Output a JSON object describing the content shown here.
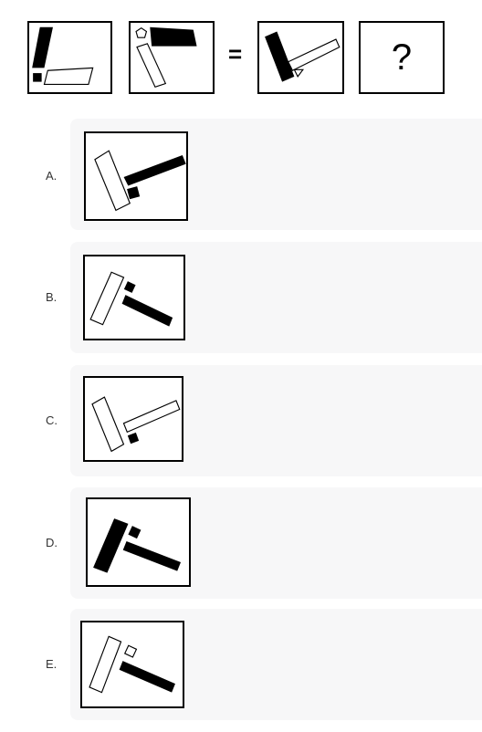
{
  "question": {
    "equals_sign": "=",
    "question_mark": "?"
  },
  "options": [
    {
      "label": "A."
    },
    {
      "label": "B."
    },
    {
      "label": "C."
    },
    {
      "label": "D."
    },
    {
      "label": "E."
    }
  ]
}
